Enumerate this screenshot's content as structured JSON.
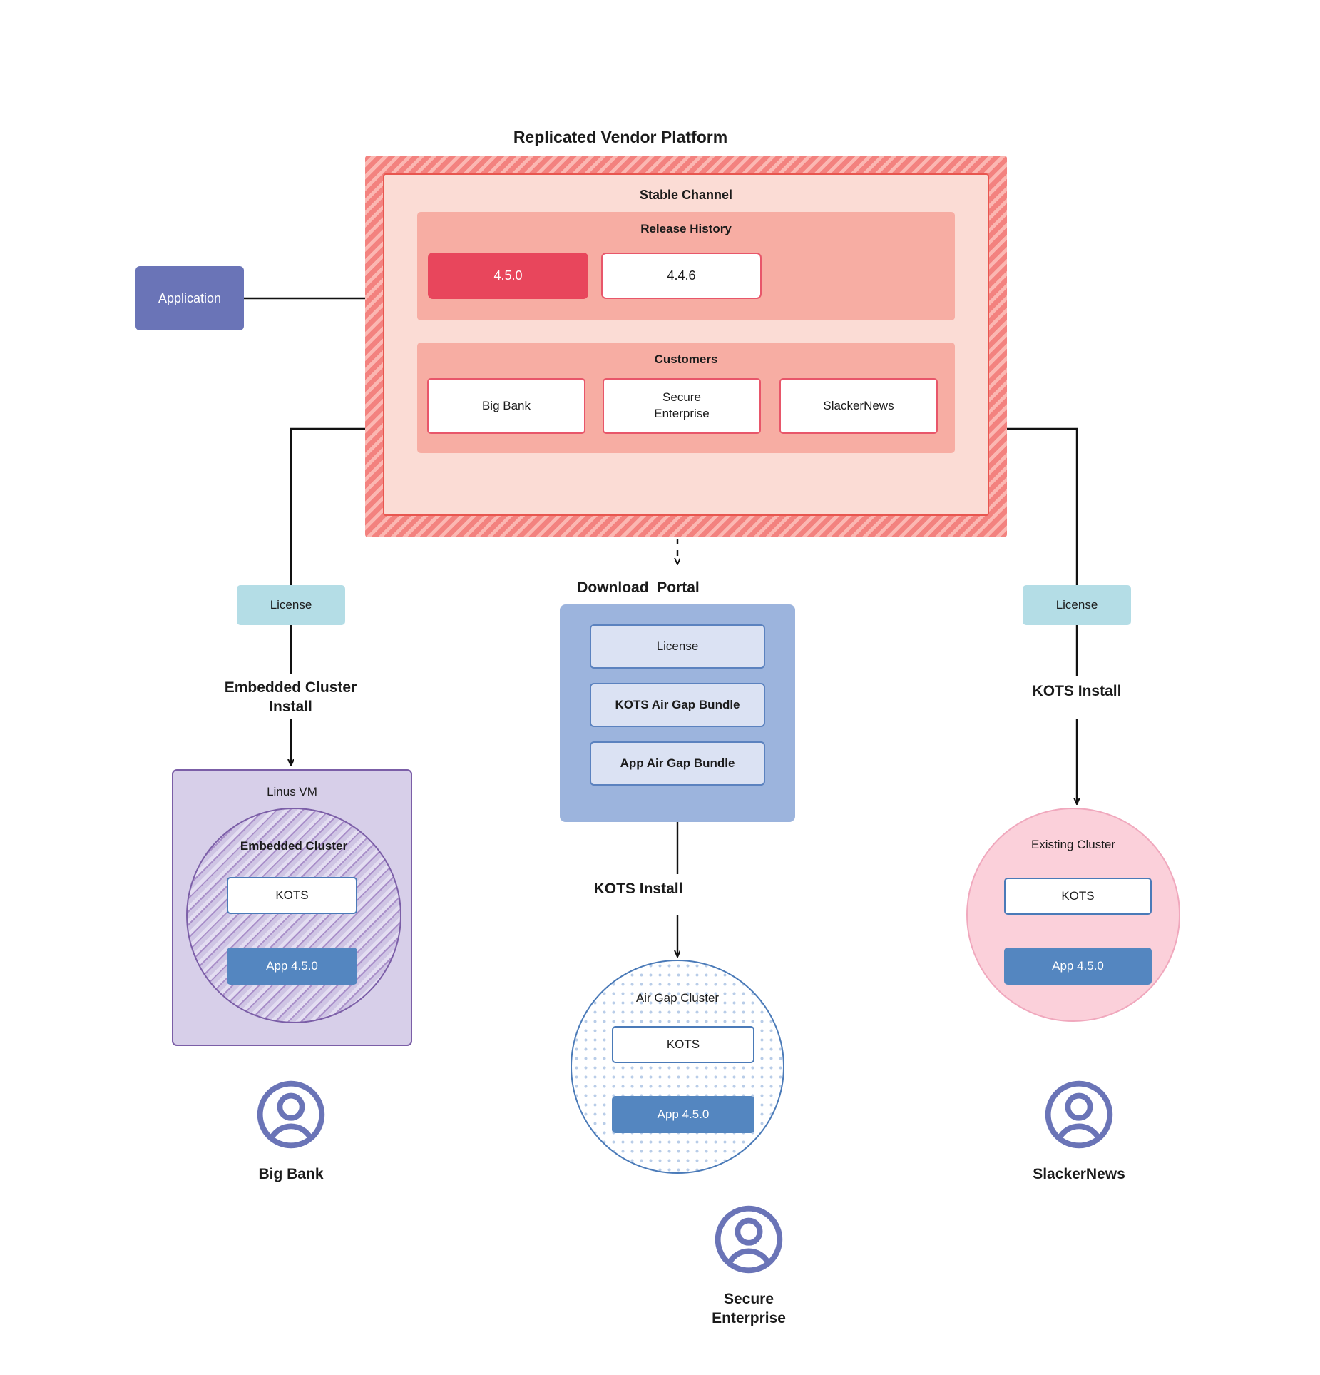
{
  "platform": {
    "title": "Replicated Vendor Platform",
    "channel_title": "Stable Channel",
    "release_history": {
      "title": "Release History",
      "releases": [
        {
          "version": "4.5.0",
          "state": "current"
        },
        {
          "version": "4.4.6",
          "state": "previous"
        }
      ]
    },
    "customers": {
      "title": "Customers",
      "items": [
        {
          "name": "Big Bank"
        },
        {
          "name": "Secure\nEnterprise"
        },
        {
          "name": "SlackerNews"
        }
      ]
    }
  },
  "application_node": {
    "label": "Application"
  },
  "licenses": {
    "left": "License",
    "right": "License"
  },
  "flows": {
    "left": "Embedded Cluster\nInstall",
    "center": "KOTS Install",
    "right": "KOTS Install"
  },
  "download_portal": {
    "title": "Download  Portal",
    "items": [
      {
        "label": "License"
      },
      {
        "label": "KOTS Air Gap Bundle"
      },
      {
        "label": "App Air Gap Bundle"
      }
    ]
  },
  "clusters": {
    "left": {
      "host_title": "Linus VM",
      "cluster_title": "Embedded Cluster",
      "kots": "KOTS",
      "app": "App 4.5.0"
    },
    "center": {
      "cluster_title": "Air Gap Cluster",
      "kots": "KOTS",
      "app": "App 4.5.0"
    },
    "right": {
      "cluster_title": "Existing Cluster",
      "kots": "KOTS",
      "app": "App 4.5.0"
    }
  },
  "personas": [
    {
      "label": "Big Bank"
    },
    {
      "label": "Secure\nEnterprise"
    },
    {
      "label": "SlackerNews"
    }
  ],
  "colors": {
    "platform_hatch": "#f3827f",
    "channel_bg": "#fbdcd5",
    "panel_bg": "#f7ada3",
    "release_current": "#e8465c",
    "application": "#6a74b7",
    "license": "#b4dde6",
    "download_portal": "#9cb4dd",
    "download_item": "#dbe2f3",
    "linux_vm": "#d7cfe9",
    "embedded_cluster_stroke": "#7b5ea7",
    "air_gap_stroke": "#4a7ab8",
    "existing_cluster": "#fbd0da",
    "app_chip": "#5486c0",
    "persona": "#6a74b7"
  }
}
